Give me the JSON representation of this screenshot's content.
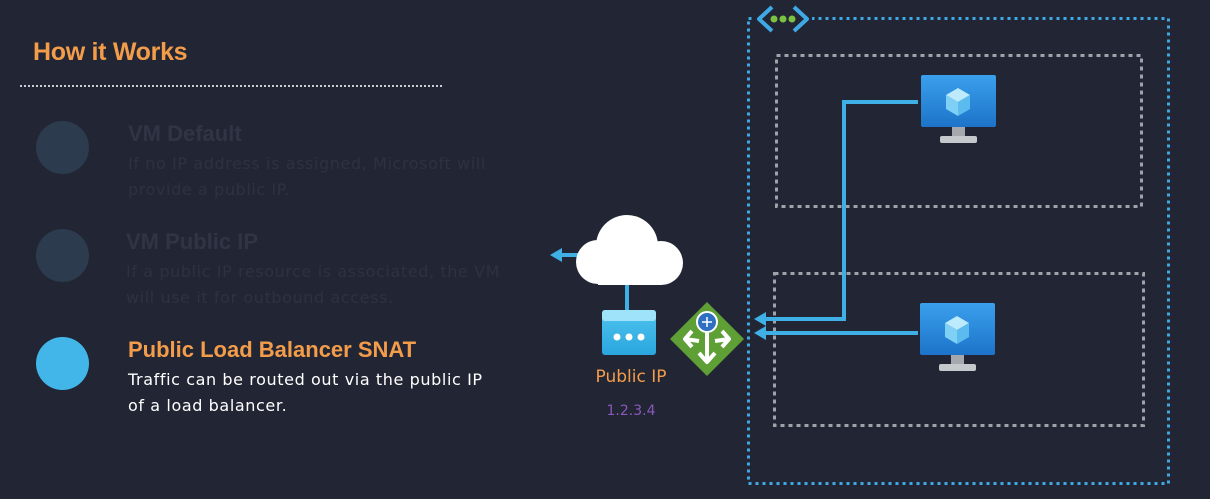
{
  "header": {
    "title": "How it Works"
  },
  "steps": [
    {
      "title": "VM Default",
      "description": "If no IP address is assigned, Microsoft will provide a public IP.",
      "state": "dimmed"
    },
    {
      "title": "VM Public IP",
      "description": "If a public IP resource is associated, the VM will use it for outbound access.",
      "state": "dimmed"
    },
    {
      "title": "Public Load Balancer SNAT",
      "description": "Traffic can be routed out via the public IP of a load balancer.",
      "state": "active"
    }
  ],
  "diagram": {
    "public_ip": {
      "label": "Public IP",
      "address": "1.2.3.4"
    },
    "icons": [
      "cloud-icon",
      "public-ip-icon",
      "load-balancer-icon",
      "virtual-network-icon",
      "virtual-machine-icon"
    ],
    "colors": {
      "background": "#222634",
      "accent_orange": "#f39c4a",
      "active_blue": "#42b6e9",
      "flow_line": "#3fb0e6",
      "vnet_border": "#3ea9e5",
      "subnet_border": "#9fa2a8",
      "load_balancer": "#5ea035",
      "ip_address": "#8a58ba"
    }
  }
}
